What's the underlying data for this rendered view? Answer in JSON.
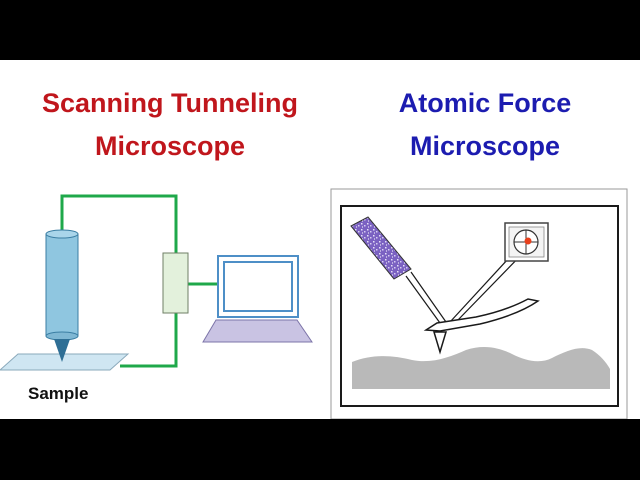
{
  "stm": {
    "title_line1": "Scanning Tunneling",
    "title_line2": "Microscope",
    "sample_label": "Sample"
  },
  "afm": {
    "title_line1": "Atomic Force",
    "title_line2": "Microscope"
  },
  "colors": {
    "stm_title": "#c0161c",
    "afm_title": "#1c1cb0",
    "wire": "#1fa84a",
    "probe": "#8fc6e0",
    "monitor": "#4e8fc7",
    "keyboard": "#c9c3e3",
    "laser_box": "#7b62c2",
    "laser_dot": "#e8401c",
    "surface": "#b9b9b9"
  },
  "icons": [
    "stm-probe-icon",
    "controller-box-icon",
    "computer-monitor-icon",
    "keyboard-icon",
    "laser-icon",
    "photodetector-icon",
    "cantilever-icon",
    "sample-surface-icon"
  ]
}
